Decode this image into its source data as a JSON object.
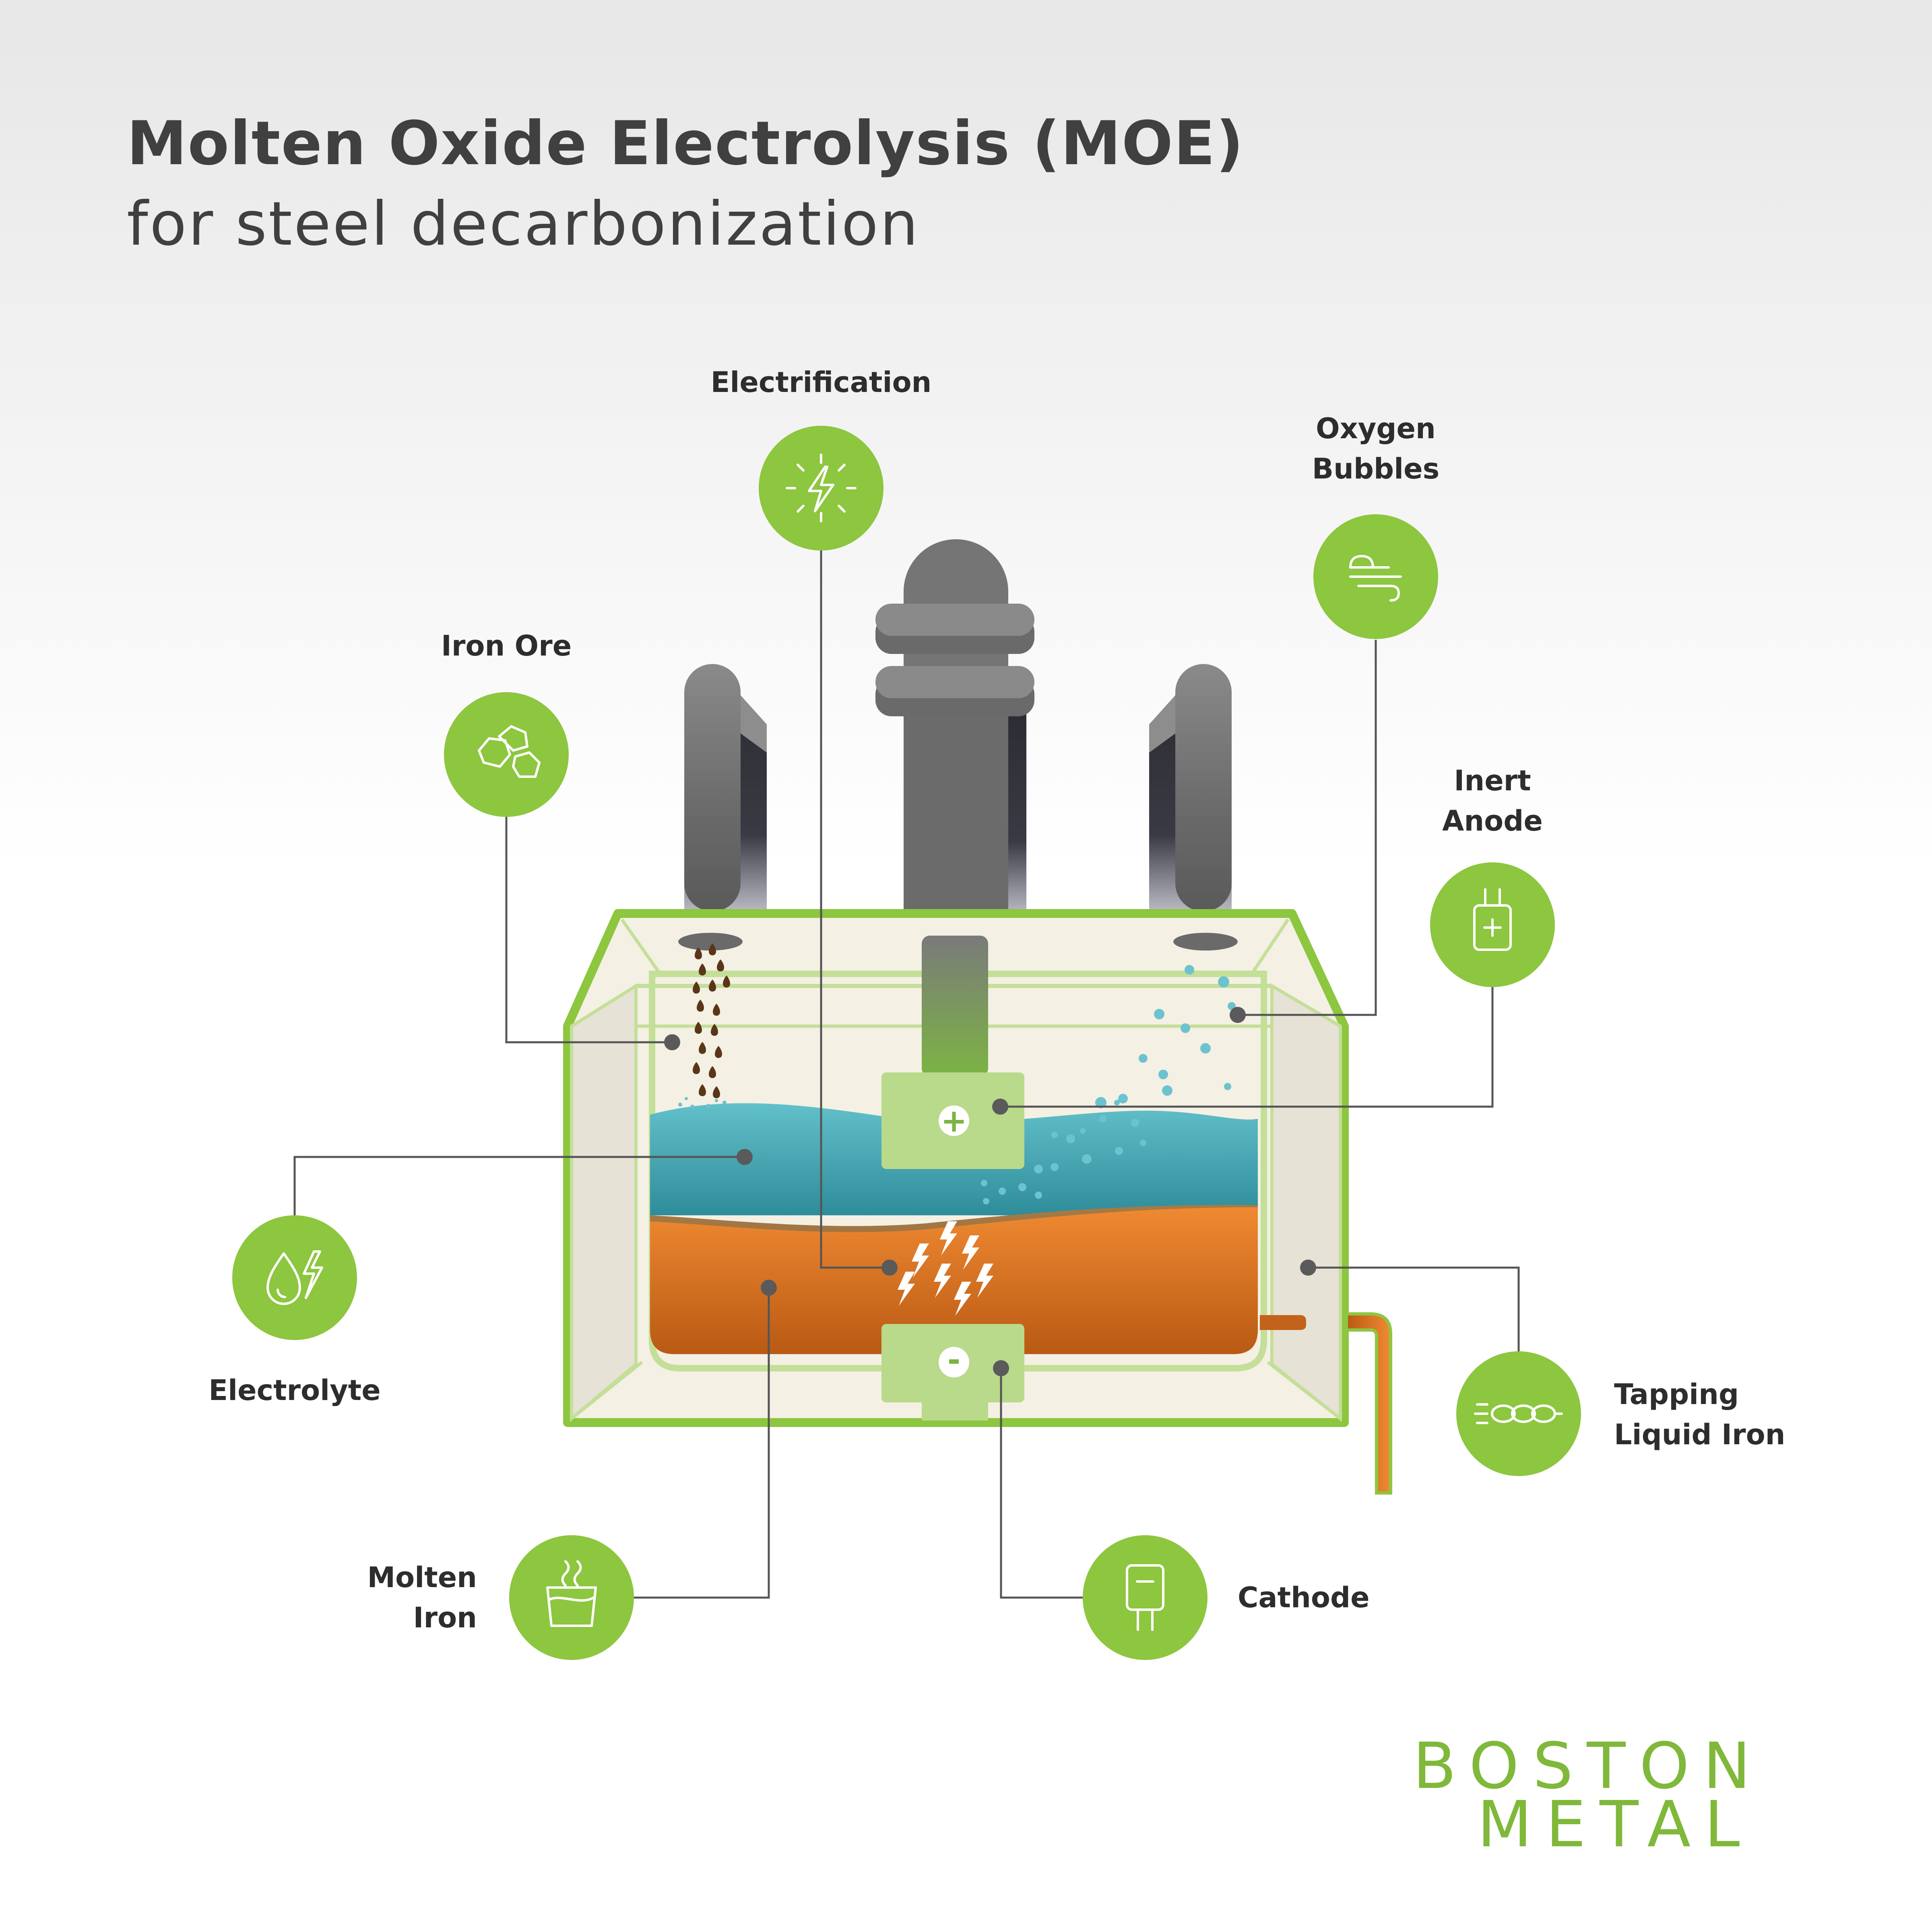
{
  "header": {
    "title": "Molten Oxide Electrolysis (MOE)",
    "subtitle": "for steel decarbonization"
  },
  "labels": {
    "electrification": "Electrification",
    "oxygen_bubbles": "Oxygen\nBubbles",
    "iron_ore": "Iron Ore",
    "inert_anode": "Inert\nAnode",
    "electrolyte": "Electrolyte",
    "tapping_liquid_iron": "Tapping\nLiquid Iron",
    "molten_iron": "Molten\nIron",
    "cathode": "Cathode"
  },
  "electrodes": {
    "anode_sign": "+",
    "cathode_sign": "-"
  },
  "brand": {
    "line1": "BOSTON",
    "line2": "METAL"
  },
  "colors": {
    "accent_green": "#8dc63f",
    "electrolyte_teal": "#4fb1be",
    "molten_iron_orange": "#d9741f",
    "text_dark": "#404040"
  },
  "icons": [
    "lightning-sun-icon",
    "wind-icon",
    "rocks-icon",
    "anode-plug-icon",
    "drop-lightning-icon",
    "chain-icon",
    "steaming-cup-icon",
    "cathode-plug-icon"
  ]
}
